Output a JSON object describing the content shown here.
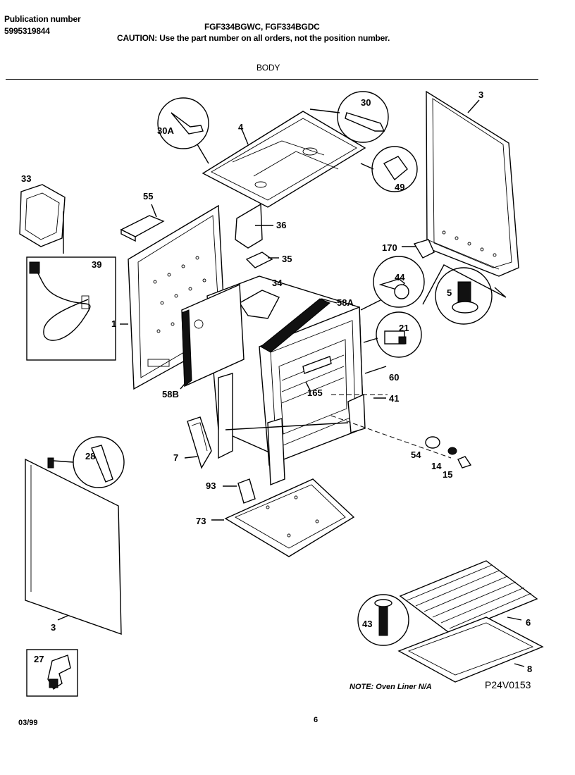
{
  "header": {
    "publication_label": "Publication number",
    "publication_number": "5995319844",
    "models": "FGF334BGWC, FGF334BGDC",
    "caution": "CAUTION:  Use the part number on all orders, not the position number.",
    "section": "BODY"
  },
  "callouts": {
    "c3_top": "3",
    "c3_bottom": "3",
    "c4": "4",
    "c30": "30",
    "c30a": "30A",
    "c49": "49",
    "c33": "33",
    "c55": "55",
    "c36": "36",
    "c35": "35",
    "c39": "39",
    "c170": "170",
    "c44": "44",
    "c5": "5",
    "c34": "34",
    "c58a": "58A",
    "c21": "21",
    "c1": "1",
    "c58b": "58B",
    "c60": "60",
    "c165": "165",
    "c41": "41",
    "c7": "7",
    "c28": "28",
    "c54": "54",
    "c14": "14",
    "c15": "15",
    "c93": "93",
    "c73": "73",
    "c43": "43",
    "c6": "6",
    "c8": "8",
    "c27": "27"
  },
  "footer": {
    "note": "NOTE: Oven Liner N/A",
    "diagram_id": "P24V0153",
    "date": "03/99",
    "page": "6"
  }
}
